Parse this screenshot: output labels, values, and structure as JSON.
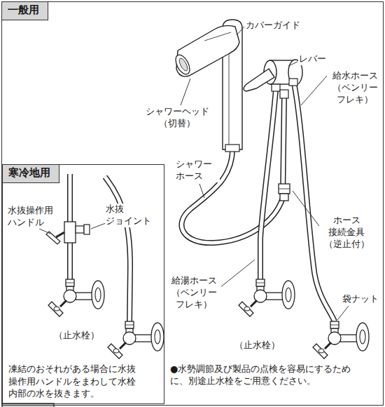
{
  "diagram": {
    "nodes": [
      {
        "text": [
          "一般用"
        ]
      },
      {
        "text": [
          "寒冷地用",
          "凍結のおそれがある場合に水抜 操作用ハンドルをまわして水栓 内部の水を抜きます。"
        ],
        "in": 0
      }
    ],
    "labels": [
      "カバーガイド",
      "レバー",
      "シャワーヘッド （切替）",
      "給水ホース （ベンリー フレキ）",
      "シャワー ホース",
      "ホース 接続金具 （逆止付）",
      "給湯ホース （ベンリー フレキ）",
      "袋ナット",
      "（止水栓）",
      "水抜操作用 ハンドル",
      "水抜 ジョイント",
      "（止水栓）",
      "●水勢調節及び製品の点検を容易にするため に、別途止水栓をご用意ください。"
    ]
  }
}
